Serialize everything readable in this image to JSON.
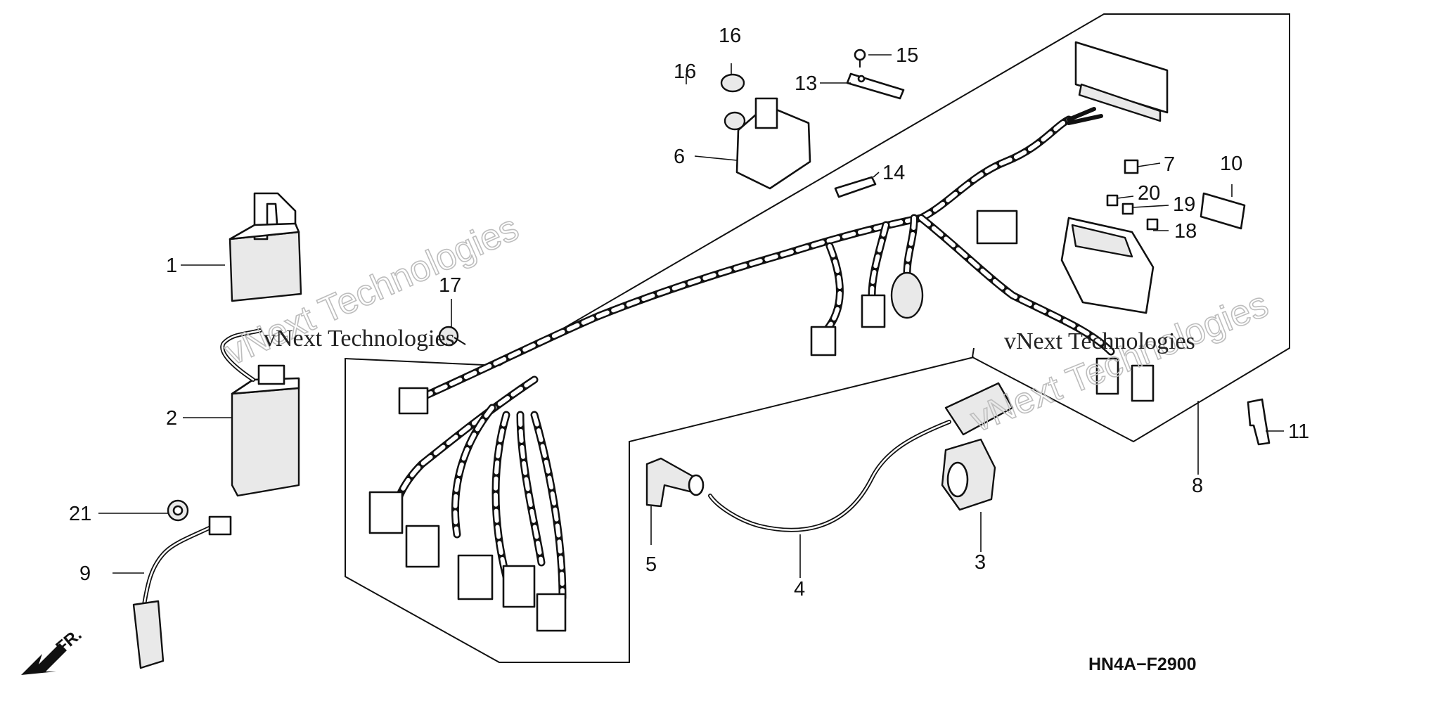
{
  "diagram": {
    "code": "HN4A−F2900",
    "front_label": "FR.",
    "watermark_text": "vNext Technologies",
    "callouts": {
      "c1": "1",
      "c2": "2",
      "c3": "3",
      "c4": "4",
      "c5": "5",
      "c6": "6",
      "c7": "7",
      "c8": "8",
      "c9": "9",
      "c10": "10",
      "c11": "11",
      "c13": "13",
      "c14": "14",
      "c15": "15",
      "c16a": "16",
      "c16b": "16",
      "c17": "17",
      "c18": "18",
      "c19": "19",
      "c20": "20",
      "c21": "21"
    }
  }
}
